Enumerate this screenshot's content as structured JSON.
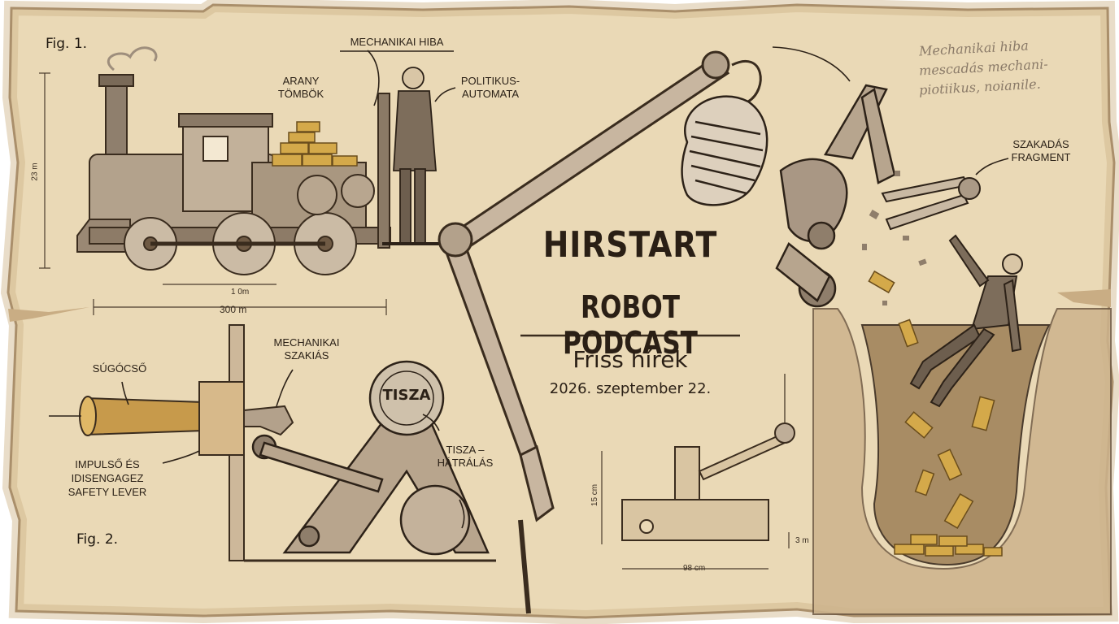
{
  "poster": {
    "title_line1": "HIRSTART",
    "title_line2": "ROBOT PODCAST",
    "subtitle": "Friss hírek",
    "date": "2026. szeptember 22."
  },
  "labels": {
    "fig1": "Fig. 1.",
    "fig2": "Fig. 2.",
    "mechanikai_hiba": "MECHANIKAI HIBA",
    "arany_1": "ARANY",
    "arany_2": "TÖMBÖK",
    "politikus_1": "POLITIKUS-",
    "politikus_2": "AUTOMATA",
    "szakadas_1": "SZAKADÁS",
    "szakadas_2": "FRAGMENT",
    "sugocso": "SÚGÓCSŐ",
    "mech_szakias_1": "MECHANIKAI",
    "mech_szakias_2": "SZAKIÁS",
    "tisza_1": "TISZA –",
    "tisza_2": "HÁTRÁLÁS",
    "impulso_1": "IMPULSŐ ÉS",
    "impulso_2": "IDISENGAGEZ",
    "impulso_3": "SAFETY LEVER",
    "tisza_badge": "TISZA"
  },
  "handwriting": {
    "line1": "Mechanikai hiba",
    "line2": "mescadás mechani-",
    "line3": "piotiikus, noianile."
  },
  "dimensions": {
    "train_height": "23 m",
    "train_inner": "1 0m",
    "train_length": "300 m",
    "part_height": "15 cm",
    "part_small": "3 m",
    "part_length": "98 cm"
  },
  "colors": {
    "paper": "#ead9b6",
    "paper_dark": "#cfb387",
    "ink": "#2a1f15",
    "sepia": "#6f5a44",
    "gold": "#d4a94a",
    "metal": "#a89684"
  }
}
